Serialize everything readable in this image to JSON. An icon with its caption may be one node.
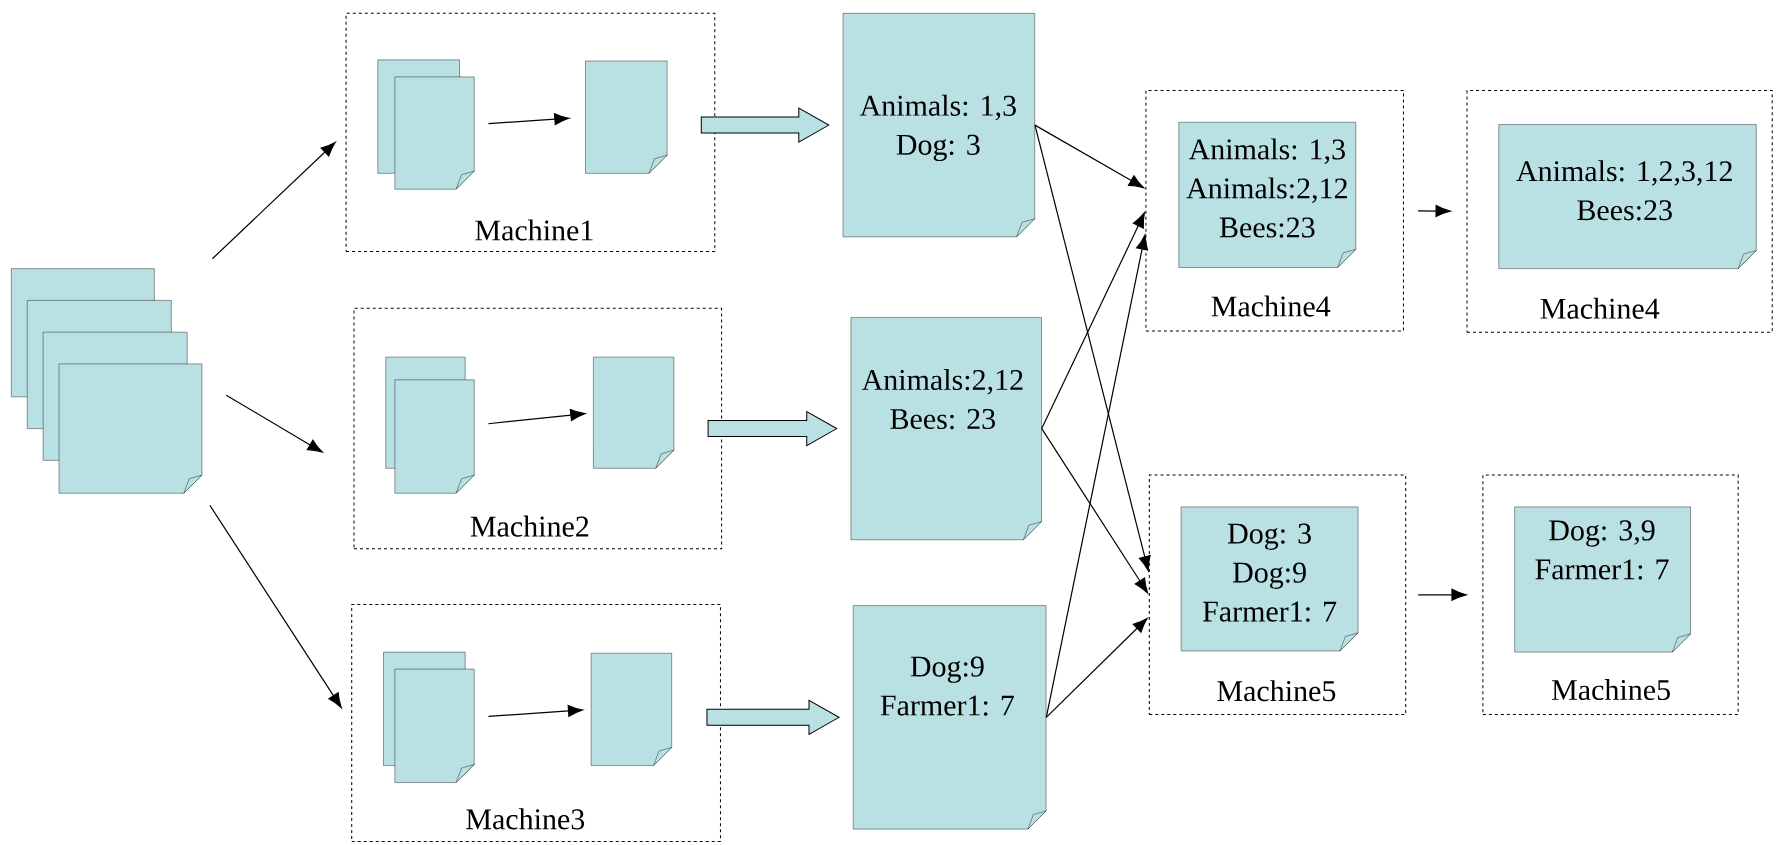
{
  "diagram": {
    "nodes": [
      {
        "text": [],
        "shape": "document"
      },
      {
        "text": [
          "Machine1"
        ]
      },
      {
        "text": [],
        "shape": "document",
        "in": 1
      },
      {
        "text": [],
        "shape": "document",
        "in": 1
      },
      {
        "text": [
          "Machine2"
        ]
      },
      {
        "text": [],
        "shape": "document",
        "in": 4
      },
      {
        "text": [],
        "shape": "document",
        "in": 4
      },
      {
        "text": [
          "Machine3"
        ]
      },
      {
        "text": [],
        "shape": "document",
        "in": 7
      },
      {
        "text": [],
        "shape": "document",
        "in": 7
      },
      {
        "text": [
          "Animals: 1,3",
          "Dog: 3"
        ]
      },
      {
        "text": [
          "Animals:2,12",
          "Bees: 23"
        ]
      },
      {
        "text": [
          "Dog:9",
          "Farmer1: 7"
        ]
      },
      {
        "text": [
          "Machine4"
        ]
      },
      {
        "text": [
          "Animals: 1,3",
          "Animals:2,12",
          "Bees:23"
        ],
        "in": 13
      },
      {
        "text": [
          "Machine4"
        ]
      },
      {
        "text": [
          "Animals: 1,2,3,12",
          "Bees:23"
        ],
        "in": 15
      },
      {
        "text": [
          "Machine5"
        ]
      },
      {
        "text": [
          "Dog: 3",
          "Dog:9",
          "Farmer1: 7"
        ],
        "in": 17
      },
      {
        "text": [
          "Machine5"
        ]
      },
      {
        "text": [
          "Dog: 3,9",
          "Farmer1: 7"
        ],
        "in": 19
      }
    ],
    "edges": [
      {
        "from": 0,
        "to": 1,
        "arrow": "to"
      },
      {
        "from": 0,
        "to": 4,
        "arrow": "to"
      },
      {
        "from": 0,
        "to": 7,
        "arrow": "to"
      },
      {
        "from": 2,
        "to": 3,
        "arrow": "to"
      },
      {
        "from": 5,
        "to": 6,
        "arrow": "to"
      },
      {
        "from": 8,
        "to": 9,
        "arrow": "to"
      },
      {
        "from": 1,
        "to": 10,
        "arrow": "to",
        "style": "thick"
      },
      {
        "from": 4,
        "to": 11,
        "arrow": "to",
        "style": "thick"
      },
      {
        "from": 7,
        "to": 12,
        "arrow": "to",
        "style": "thick"
      },
      {
        "from": 10,
        "to": 13,
        "arrow": "to"
      },
      {
        "from": 10,
        "to": 17,
        "arrow": "to"
      },
      {
        "from": 11,
        "to": 13,
        "arrow": "to"
      },
      {
        "from": 11,
        "to": 17,
        "arrow": "to"
      },
      {
        "from": 12,
        "to": 13,
        "arrow": "to"
      },
      {
        "from": 12,
        "to": 17,
        "arrow": "to"
      },
      {
        "from": 13,
        "to": 15,
        "arrow": "to"
      },
      {
        "from": 17,
        "to": 19,
        "arrow": "to"
      }
    ]
  }
}
